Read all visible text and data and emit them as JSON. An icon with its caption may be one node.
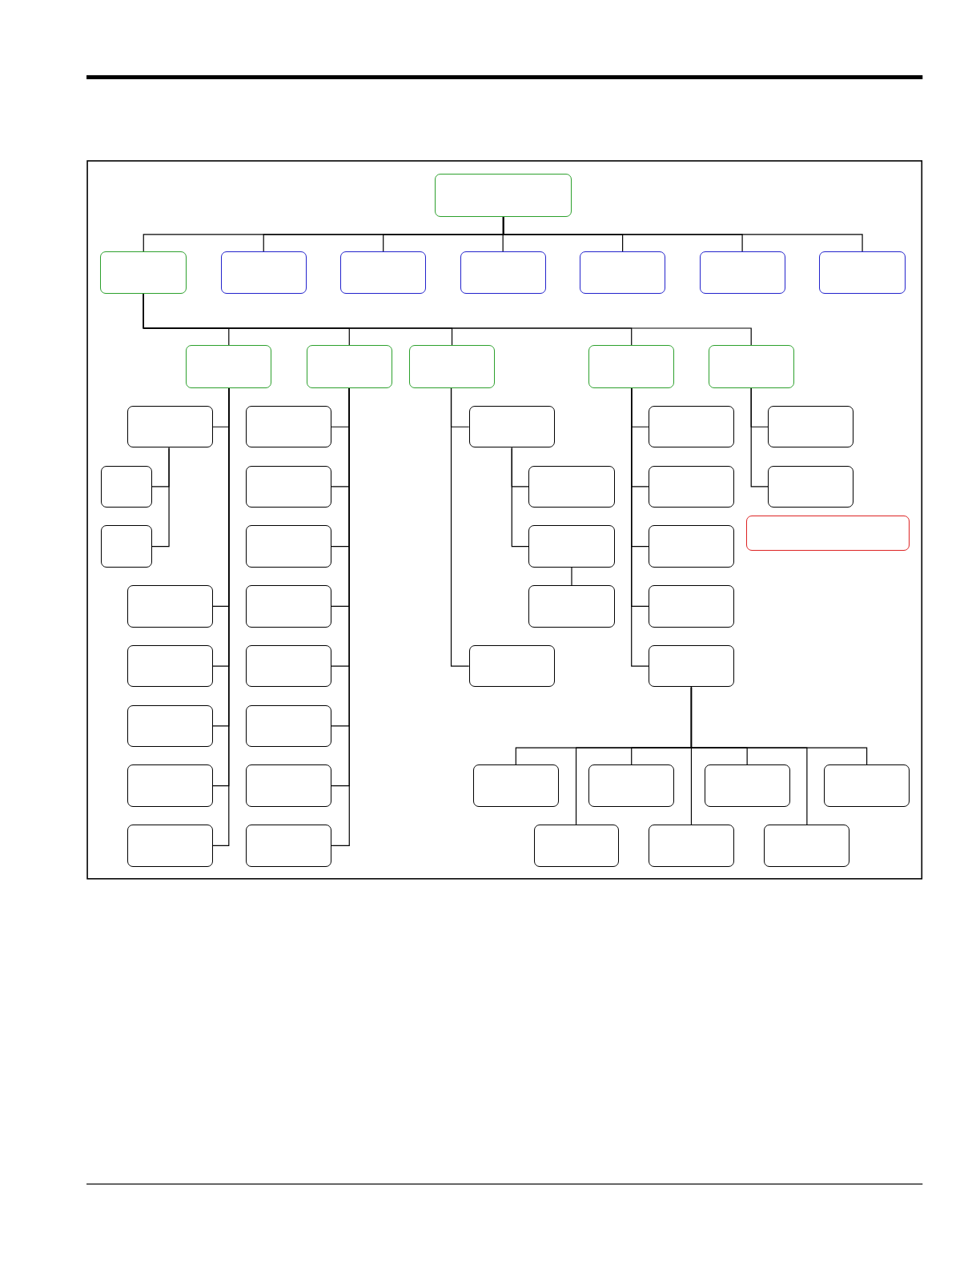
{
  "diagram": {
    "nodes": [
      {
        "text": [],
        "shape": "box"
      },
      {
        "text": [],
        "shape": "box"
      },
      {
        "text": [],
        "shape": "box"
      },
      {
        "text": [],
        "shape": "box"
      },
      {
        "text": [],
        "shape": "box"
      },
      {
        "text": [],
        "shape": "box"
      },
      {
        "text": [],
        "shape": "box"
      },
      {
        "text": [],
        "shape": "box"
      },
      {
        "text": [],
        "shape": "box"
      },
      {
        "text": [],
        "shape": "box"
      },
      {
        "text": [],
        "shape": "box"
      },
      {
        "text": [],
        "shape": "box"
      },
      {
        "text": [],
        "shape": "box"
      },
      {
        "text": [],
        "shape": "box"
      },
      {
        "text": [],
        "shape": "box"
      },
      {
        "text": [],
        "shape": "box"
      },
      {
        "text": [],
        "shape": "box"
      },
      {
        "text": [],
        "shape": "box"
      },
      {
        "text": [],
        "shape": "box"
      },
      {
        "text": [],
        "shape": "box"
      },
      {
        "text": [],
        "shape": "box"
      },
      {
        "text": [],
        "shape": "box"
      },
      {
        "text": [],
        "shape": "box"
      },
      {
        "text": [],
        "shape": "box"
      },
      {
        "text": [],
        "shape": "box"
      },
      {
        "text": [],
        "shape": "box"
      },
      {
        "text": [],
        "shape": "box"
      },
      {
        "text": [],
        "shape": "box"
      },
      {
        "text": [],
        "shape": "box"
      },
      {
        "text": [],
        "shape": "box"
      },
      {
        "text": [],
        "shape": "box"
      },
      {
        "text": [],
        "shape": "box"
      },
      {
        "text": [],
        "shape": "box"
      },
      {
        "text": [],
        "shape": "box"
      },
      {
        "text": [],
        "shape": "box"
      },
      {
        "text": [],
        "shape": "box"
      },
      {
        "text": [],
        "shape": "box"
      },
      {
        "text": [],
        "shape": "box"
      },
      {
        "text": [],
        "shape": "box"
      },
      {
        "text": [],
        "shape": "box"
      },
      {
        "text": [],
        "shape": "box"
      },
      {
        "text": [],
        "shape": "box"
      },
      {
        "text": [],
        "shape": "box"
      },
      {
        "text": [],
        "shape": "box"
      },
      {
        "text": [],
        "shape": "box"
      },
      {
        "text": [],
        "shape": "box"
      },
      {
        "text": [],
        "shape": "box"
      },
      {
        "text": [],
        "shape": "box"
      },
      {
        "text": [],
        "shape": "box"
      }
    ],
    "edges": [
      {
        "from": 0,
        "to": 1,
        "arrow": "none"
      },
      {
        "from": 0,
        "to": 2,
        "arrow": "none"
      },
      {
        "from": 0,
        "to": 3,
        "arrow": "none"
      },
      {
        "from": 0,
        "to": 4,
        "arrow": "none"
      },
      {
        "from": 0,
        "to": 5,
        "arrow": "none"
      },
      {
        "from": 0,
        "to": 6,
        "arrow": "none"
      },
      {
        "from": 0,
        "to": 7,
        "arrow": "none"
      },
      {
        "from": 1,
        "to": 8,
        "arrow": "none"
      },
      {
        "from": 1,
        "to": 9,
        "arrow": "none"
      },
      {
        "from": 1,
        "to": 10,
        "arrow": "none"
      },
      {
        "from": 1,
        "to": 11,
        "arrow": "none"
      },
      {
        "from": 1,
        "to": 12,
        "arrow": "none"
      },
      {
        "from": 8,
        "to": 13,
        "arrow": "none"
      },
      {
        "from": 13,
        "to": 14,
        "arrow": "none"
      },
      {
        "from": 13,
        "to": 15,
        "arrow": "none"
      },
      {
        "from": 8,
        "to": 16,
        "arrow": "none"
      },
      {
        "from": 8,
        "to": 17,
        "arrow": "none"
      },
      {
        "from": 8,
        "to": 18,
        "arrow": "none"
      },
      {
        "from": 8,
        "to": 19,
        "arrow": "none"
      },
      {
        "from": 8,
        "to": 20,
        "arrow": "none"
      },
      {
        "from": 9,
        "to": 21,
        "arrow": "none"
      },
      {
        "from": 9,
        "to": 22,
        "arrow": "none"
      },
      {
        "from": 9,
        "to": 23,
        "arrow": "none"
      },
      {
        "from": 9,
        "to": 24,
        "arrow": "none"
      },
      {
        "from": 9,
        "to": 25,
        "arrow": "none"
      },
      {
        "from": 9,
        "to": 26,
        "arrow": "none"
      },
      {
        "from": 9,
        "to": 27,
        "arrow": "none"
      },
      {
        "from": 9,
        "to": 28,
        "arrow": "none"
      },
      {
        "from": 10,
        "to": 29,
        "arrow": "none"
      },
      {
        "from": 29,
        "to": 30,
        "arrow": "none"
      },
      {
        "from": 29,
        "to": 31,
        "arrow": "none"
      },
      {
        "from": 31,
        "to": 32,
        "arrow": "none"
      },
      {
        "from": 10,
        "to": 33,
        "arrow": "none"
      },
      {
        "from": 11,
        "to": 34,
        "arrow": "none"
      },
      {
        "from": 11,
        "to": 35,
        "arrow": "none"
      },
      {
        "from": 11,
        "to": 36,
        "arrow": "none"
      },
      {
        "from": 11,
        "to": 37,
        "arrow": "none"
      },
      {
        "from": 11,
        "to": 38,
        "arrow": "none"
      },
      {
        "from": 12,
        "to": 39,
        "arrow": "none"
      },
      {
        "from": 12,
        "to": 40,
        "arrow": "none"
      },
      {
        "from": 38,
        "to": 42,
        "arrow": "none"
      },
      {
        "from": 38,
        "to": 43,
        "arrow": "none"
      },
      {
        "from": 38,
        "to": 44,
        "arrow": "none"
      },
      {
        "from": 38,
        "to": 45,
        "arrow": "none"
      },
      {
        "from": 38,
        "to": 46,
        "arrow": "none"
      },
      {
        "from": 38,
        "to": 47,
        "arrow": "none"
      },
      {
        "from": 38,
        "to": 48,
        "arrow": "none"
      }
    ]
  }
}
